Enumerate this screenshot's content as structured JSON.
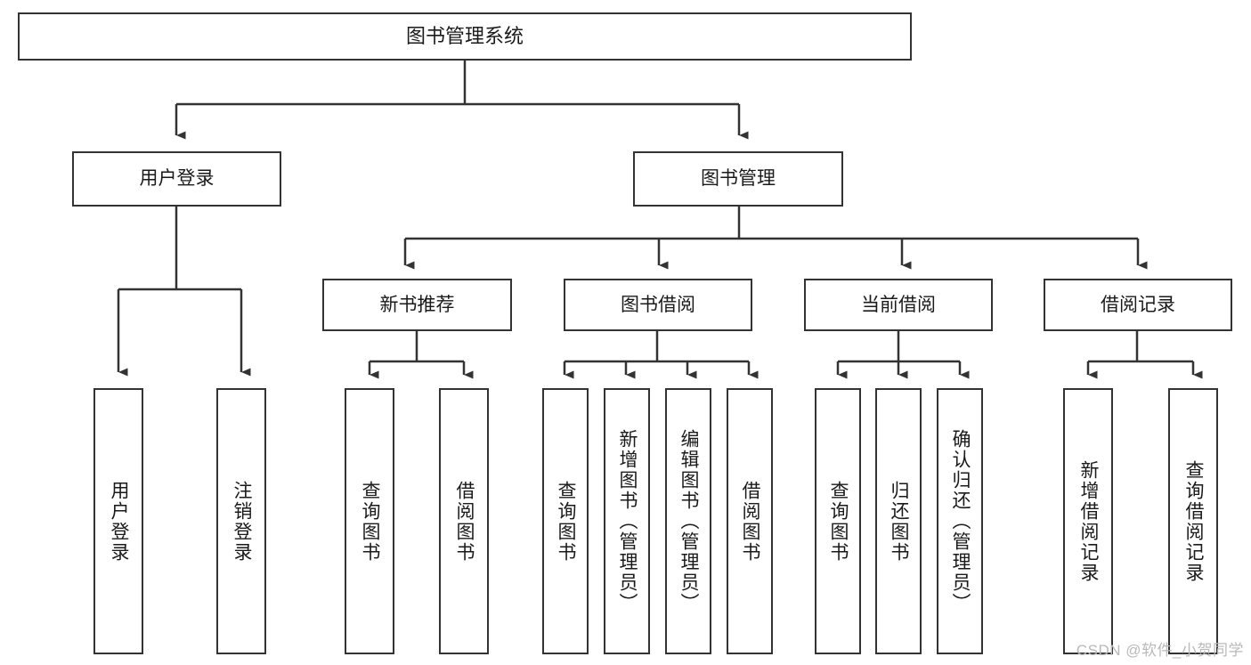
{
  "diagram": {
    "type": "hierarchy-tree",
    "title": "图书管理系统",
    "watermark": "CSDN @软件_小贺同学",
    "colors": {
      "box_border": "#333333",
      "box_fill": "#ffffff",
      "connector": "#333333",
      "text": "#1a1a1a",
      "watermark": "#b9b9b9"
    },
    "levels": {
      "level1": [
        {
          "id": "root",
          "label": "图书管理系统"
        }
      ],
      "level2": [
        {
          "id": "user-login",
          "label": "用户登录"
        },
        {
          "id": "book-management",
          "label": "图书管理"
        }
      ],
      "level3": [
        {
          "id": "new-book-recommend",
          "label": "新书推荐"
        },
        {
          "id": "book-borrow",
          "label": "图书借阅"
        },
        {
          "id": "current-borrow",
          "label": "当前借阅"
        },
        {
          "id": "borrow-record",
          "label": "借阅记录"
        }
      ],
      "leaves": [
        {
          "id": "leaf-user-login",
          "label": "用户登录",
          "parent": "user-login"
        },
        {
          "id": "leaf-logout-login",
          "label": "注销登录",
          "parent": "user-login"
        },
        {
          "id": "leaf-query-book-1",
          "label": "查询图书",
          "parent": "new-book-recommend"
        },
        {
          "id": "leaf-borrow-book-1",
          "label": "借阅图书",
          "parent": "new-book-recommend"
        },
        {
          "id": "leaf-query-book-2",
          "label": "查询图书",
          "parent": "book-borrow"
        },
        {
          "id": "leaf-add-book",
          "label": "新增图书（管理员）",
          "parent": "book-borrow"
        },
        {
          "id": "leaf-edit-book",
          "label": "编辑图书（管理员）",
          "parent": "book-borrow"
        },
        {
          "id": "leaf-borrow-book-2",
          "label": "借阅图书",
          "parent": "book-borrow"
        },
        {
          "id": "leaf-query-book-3",
          "label": "查询图书",
          "parent": "current-borrow"
        },
        {
          "id": "leaf-return-book",
          "label": "归还图书",
          "parent": "current-borrow"
        },
        {
          "id": "leaf-confirm-return",
          "label": "确认归还（管理员）",
          "parent": "current-borrow"
        },
        {
          "id": "leaf-add-record",
          "label": "新增借阅记录",
          "parent": "borrow-record"
        },
        {
          "id": "leaf-query-record",
          "label": "查询借阅记录",
          "parent": "borrow-record"
        }
      ]
    }
  }
}
